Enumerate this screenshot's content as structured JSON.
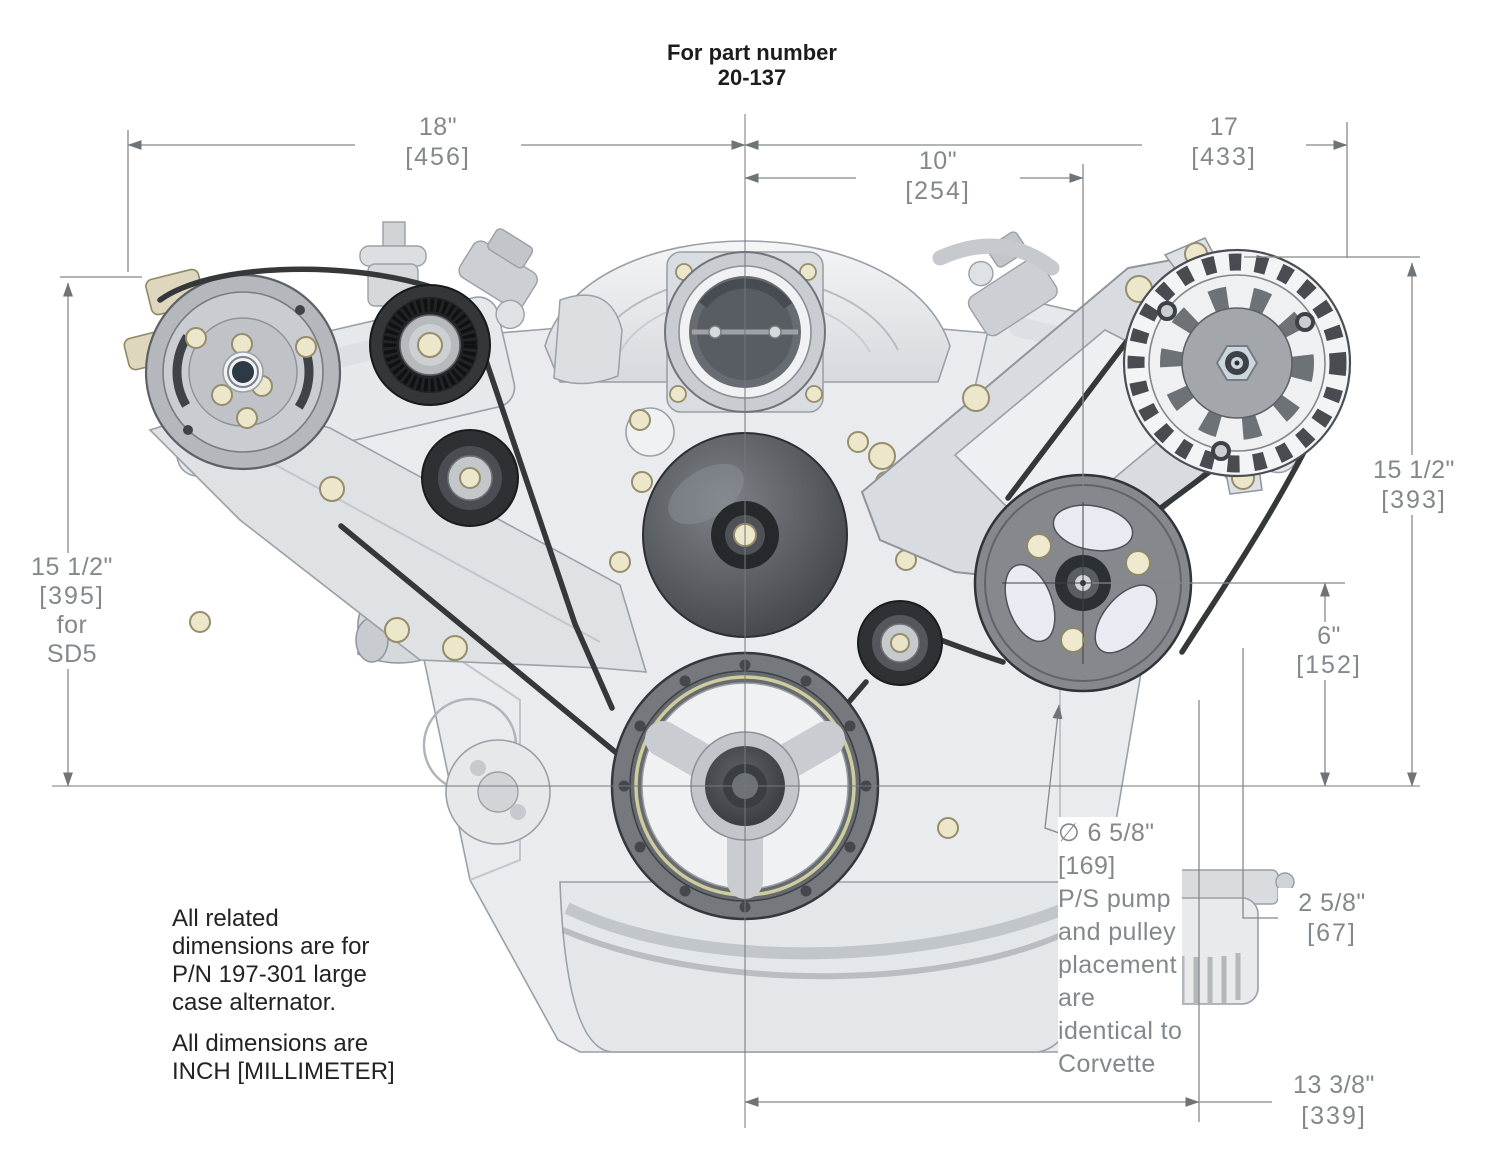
{
  "title": {
    "line1": "For part number",
    "line2": "20-137"
  },
  "dims": {
    "top_left_18": {
      "inches": "18\"",
      "mm": "[456]"
    },
    "top_right_17": {
      "inches": "17",
      "mm": "[433]"
    },
    "center_10": {
      "inches": "10\"",
      "mm": "[254]"
    },
    "left_15half": {
      "inches": "15 1/2\"",
      "mm": "[395]",
      "note1": "for",
      "note2": "SD5"
    },
    "right_15half": {
      "inches": "15 1/2\"",
      "mm": "[393]"
    },
    "right_6": {
      "inches": "6\"",
      "mm": "[152]"
    },
    "right_2_5_8": {
      "inches": "2 5/8\"",
      "mm": "[67]"
    },
    "bottom_13_3_8": {
      "inches": "13 3/8\"",
      "mm": "[339]"
    }
  },
  "ps_pump_note": {
    "lines": [
      "∅ 6 5/8\"",
      "[169]",
      "P/S pump",
      "and pulley",
      "placement",
      "are",
      "identical to",
      "Corvette"
    ]
  },
  "notes": {
    "p1": [
      "All related",
      "dimensions are for",
      "P/N 197-301 large",
      "case alternator."
    ],
    "p2": [
      "All dimensions are",
      "INCH [MILLIMETER]"
    ]
  },
  "colors": {
    "dimension_gray": "#84888c",
    "text_dark": "#1c1c1c",
    "belt_dark": "#35383b",
    "part_dark": "#3c4043",
    "part_light": "#eceef0",
    "bolt_cream": "#ece6cb",
    "balancer_ring_gold": "#cfcc9e"
  }
}
